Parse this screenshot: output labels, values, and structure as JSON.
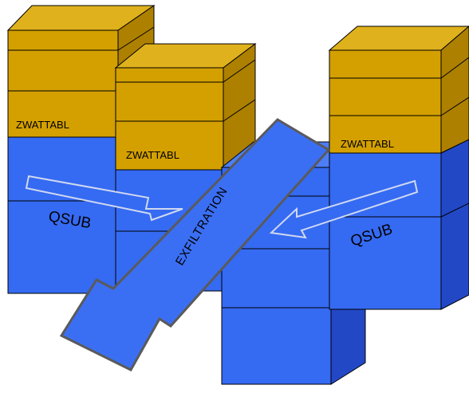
{
  "labels": {
    "zwattabl_left": "ZWATTABL",
    "zwattabl_middle": "ZWATTABL",
    "zwattabl_right": "ZWATTABL",
    "qsub_left": "QSUB",
    "qsub_right": "QSUB",
    "exfiltration": "EXFILTRATION"
  },
  "colors": {
    "gold_front": "#d3a000",
    "gold_top": "#dfb11c",
    "gold_side": "#ad8000",
    "blue_front": "#356af2",
    "blue_top": "#4d7ef5",
    "blue_side": "#2348c6",
    "outline": "#000000",
    "arrow_outline": "#5a5a5a",
    "page_bg": "#ffffff"
  }
}
